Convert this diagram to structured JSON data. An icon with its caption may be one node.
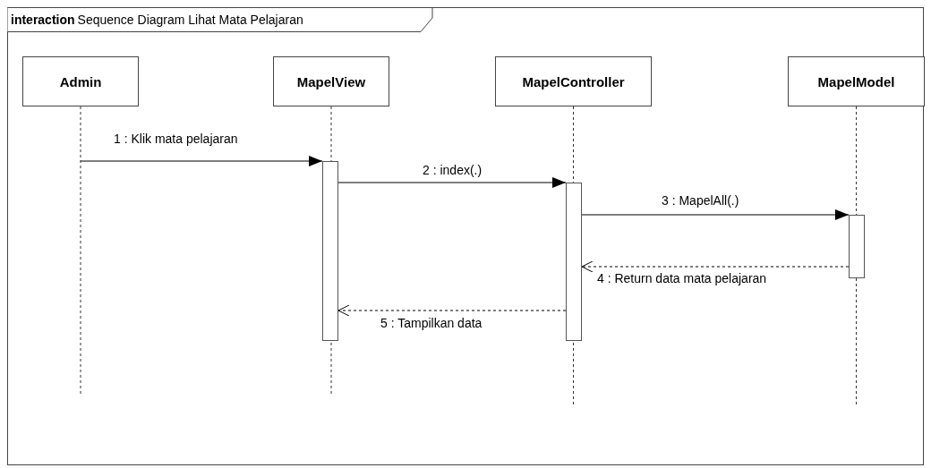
{
  "diagram": {
    "nodes": [
      {
        "text": [
          "interaction",
          "Sequence Diagram Lihat Mata Pelajaran"
        ]
      },
      {
        "text": [
          "Admin"
        ],
        "in": 0
      },
      {
        "text": [
          "MapelView"
        ],
        "in": 0
      },
      {
        "text": [
          "MapelController"
        ],
        "in": 0
      },
      {
        "text": [
          "MapelModel"
        ],
        "in": 0
      },
      {
        "text": [],
        "shape": "bar",
        "in": 0
      },
      {
        "text": [],
        "shape": "bar",
        "in": 0
      },
      {
        "text": [],
        "shape": "bar",
        "in": 0
      }
    ],
    "edges": [
      {
        "from": 1,
        "to": 5,
        "arrow": "to",
        "label": "1 : Klik mata pelajaran"
      },
      {
        "from": 5,
        "to": 6,
        "arrow": "to",
        "label": "2 : index(.)"
      },
      {
        "from": 6,
        "to": 7,
        "arrow": "to",
        "label": "3 : MapelAll(.)"
      },
      {
        "from": 7,
        "to": 6,
        "arrow": "to",
        "label": "4 : Return data mata pelajaran",
        "style": "dashed"
      },
      {
        "from": 6,
        "to": 5,
        "arrow": "to",
        "label": "5 : Tampilkan data",
        "style": "dashed"
      }
    ]
  }
}
